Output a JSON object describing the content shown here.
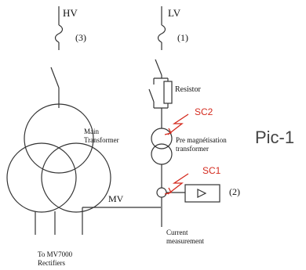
{
  "labels": {
    "hv": "HV",
    "hv_num": "(3)",
    "lv": "LV",
    "lv_num": "(1)",
    "resistor": "Resistor",
    "sc2": "SC2",
    "sc1": "SC1",
    "main_transformer": "Main\nTransformer",
    "pre_mag": "Pre magnétisation\ntransformer",
    "mv": "MV",
    "meas_num": "(2)",
    "current_measurement": "Current\nmeasurement",
    "to_mv7000": "To MV7000\nRectifiers",
    "pic": "Pic-1"
  },
  "colors": {
    "line": "#333333",
    "fault": "#d42a1e",
    "text": "#111111"
  }
}
